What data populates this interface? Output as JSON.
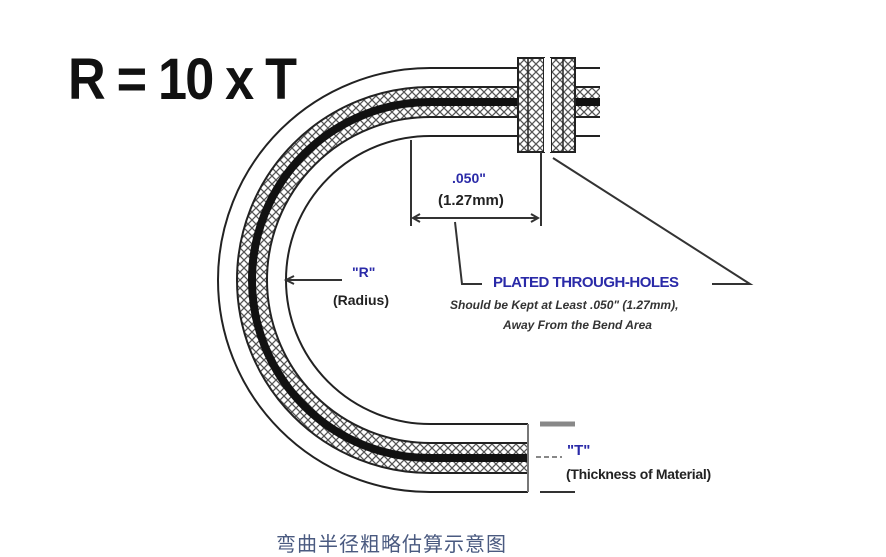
{
  "title": "R = 10 x T",
  "labels": {
    "dimension_inch": ".050\"",
    "dimension_mm": "(1.27mm)",
    "radius_symbol": "\"R\"",
    "radius_text": "(Radius)",
    "holes_title": "PLATED THROUGH-HOLES",
    "holes_note_1": "Should be Kept at Least .050\" (1.27mm),",
    "holes_note_2": "Away From the Bend Area",
    "thickness_symbol": "\"T\"",
    "thickness_text": "(Thickness of Material)"
  },
  "caption": "弯曲半径粗略估算示意图",
  "colors": {
    "accent": "#2a2aa8",
    "line": "#222222",
    "caption": "#4a5a80"
  }
}
